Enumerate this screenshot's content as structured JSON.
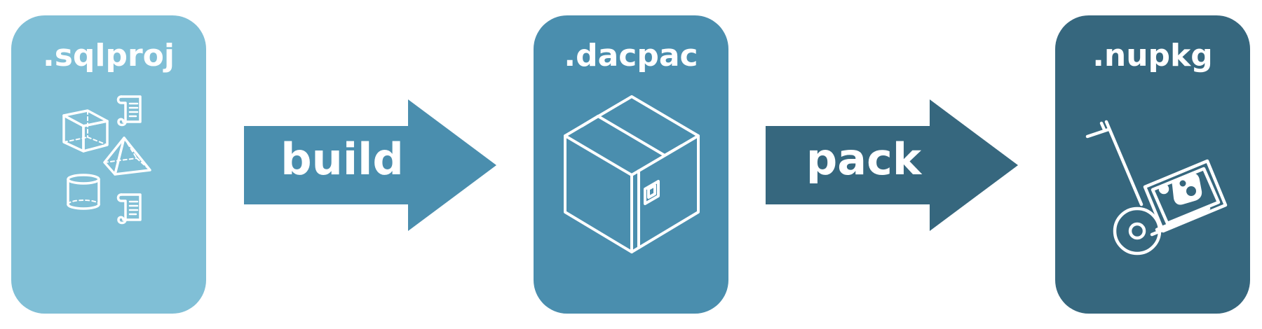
{
  "colors": {
    "sqlproj": "#80bfd6",
    "dacpac": "#4a8eae",
    "nupkg": "#36677e",
    "build_arrow": "#4a8eae",
    "pack_arrow": "#36677e",
    "foreground": "#ffffff"
  },
  "stages": [
    {
      "title": ".sqlproj",
      "icons": [
        "cube-icon",
        "scroll-icon",
        "pyramid-icon",
        "cylinder-icon",
        "scroll-icon"
      ]
    },
    {
      "title": ".dacpac",
      "icons": [
        "box-icon"
      ]
    },
    {
      "title": ".nupkg",
      "icons": [
        "hand-truck-icon"
      ]
    }
  ],
  "steps": [
    {
      "label": "build",
      "icon": "right-arrow-icon"
    },
    {
      "label": "pack",
      "icon": "right-arrow-icon"
    }
  ]
}
